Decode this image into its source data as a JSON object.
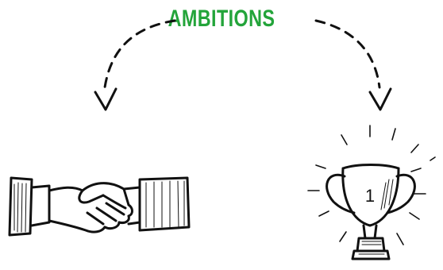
{
  "title": {
    "text": "AMBITIONS",
    "color": "#23a43a"
  },
  "illustrations": {
    "left": {
      "icon": "handshake-icon"
    },
    "right": {
      "icon": "trophy-icon",
      "number": "1"
    }
  },
  "arrows": {
    "style": "hand-drawn dashed curved",
    "icons": [
      "arrow-left-icon",
      "arrow-right-icon"
    ]
  }
}
